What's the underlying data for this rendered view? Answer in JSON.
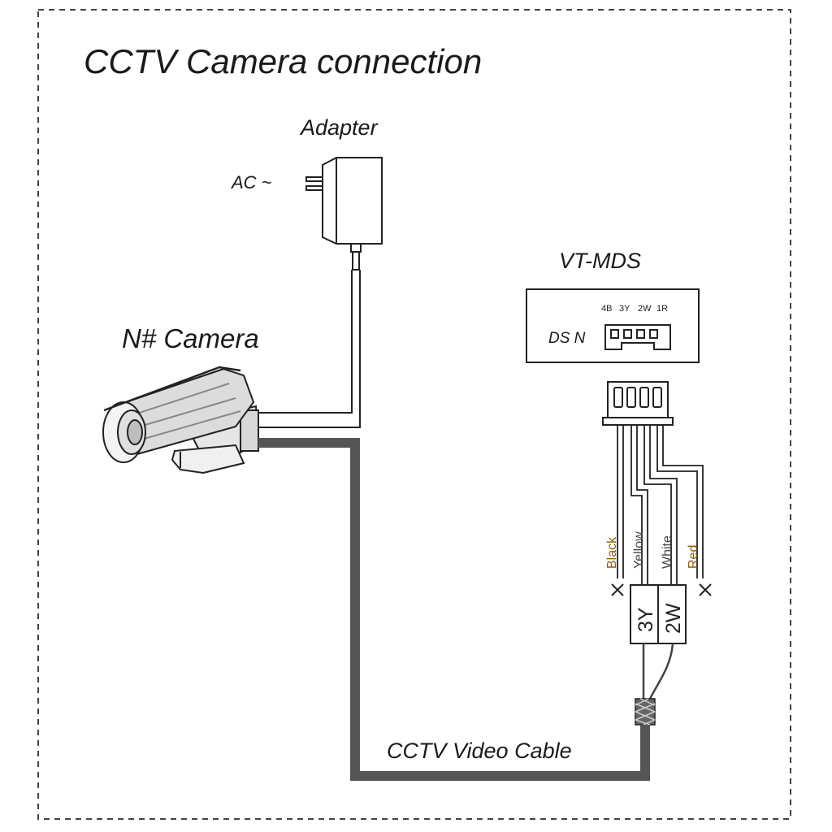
{
  "title": "CCTV Camera connection",
  "adapter": {
    "label": "Adapter",
    "ac_label": "AC ~"
  },
  "camera": {
    "label": "N# Camera"
  },
  "vtmds": {
    "label": "VT-MDS",
    "port_label": "DS N",
    "pins": [
      "4B",
      "3Y",
      "2W",
      "1R"
    ]
  },
  "wires": [
    {
      "label": "Black",
      "color": "#8a5a10"
    },
    {
      "label": "Yellow",
      "color": "#4a4a4a"
    },
    {
      "label": "White",
      "color": "#4a4a4a"
    },
    {
      "label": "Red",
      "color": "#8a5a10"
    }
  ],
  "terminals": [
    "3Y",
    "2W"
  ],
  "cable": {
    "label": "CCTV Video Cable"
  },
  "colors": {
    "line": "#222222",
    "cable": "#555555",
    "border": "#444444"
  }
}
